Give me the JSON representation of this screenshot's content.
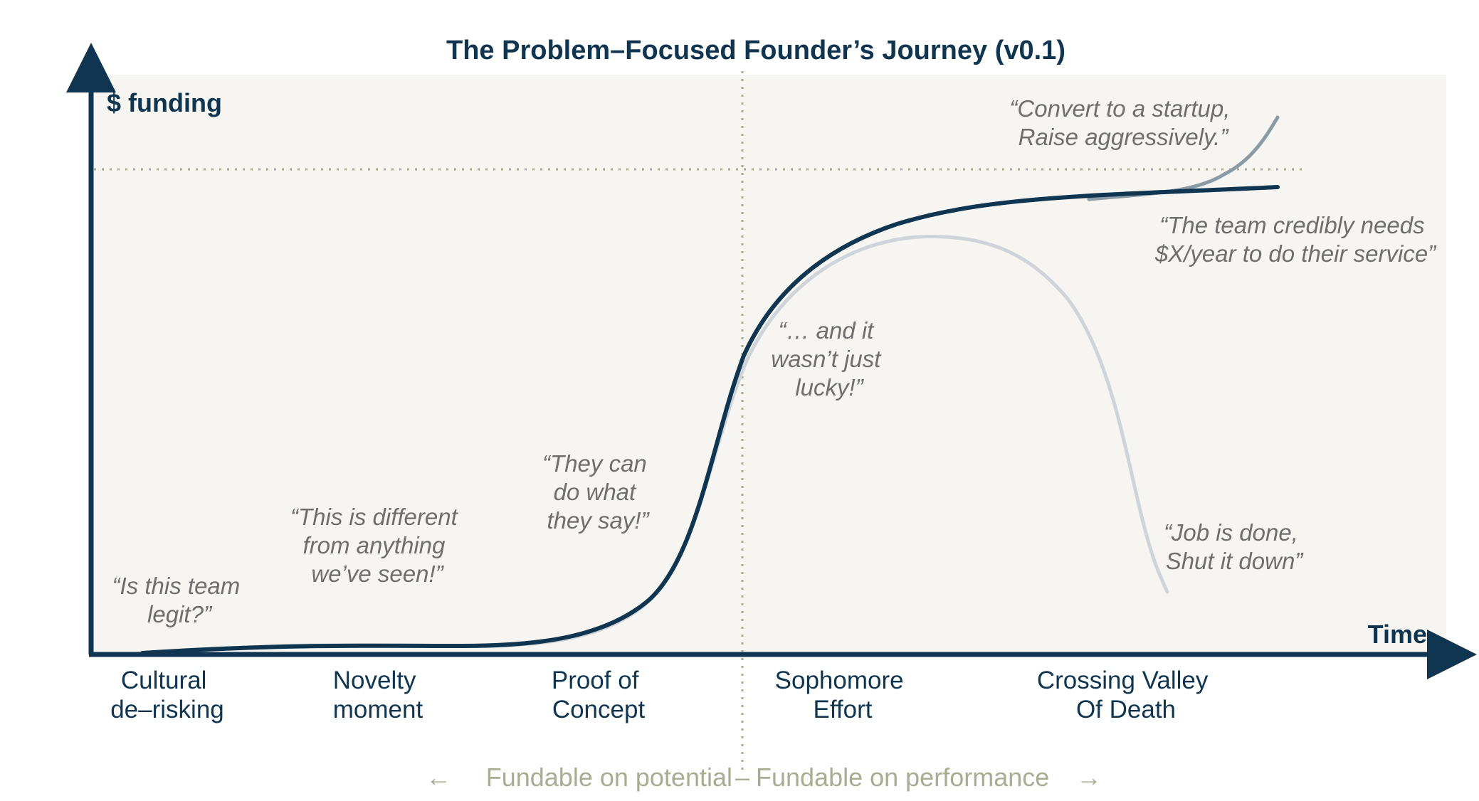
{
  "title": "The Problem–Focused Founder’s Journey (v0.1)",
  "y_axis_label": "$ funding",
  "x_axis_label": "Time",
  "quotes": {
    "legit": [
      "“Is this team",
      "legit?”"
    ],
    "different": [
      "“This is different",
      "from anything",
      "we’ve seen!”"
    ],
    "can_do": [
      "“They can",
      "do what",
      "they say!”"
    ],
    "not_lucky": [
      "“… and it",
      "wasn’t just",
      "lucky!”"
    ],
    "convert": [
      "“Convert to a startup,",
      "Raise aggressively.”"
    ],
    "needs": [
      "“The team credibly needs",
      "$X/year to do their service”"
    ],
    "done": [
      "“Job is done,",
      "Shut it down”"
    ]
  },
  "stages": [
    [
      "Cultural",
      "de–risking"
    ],
    [
      "Novelty",
      "moment"
    ],
    [
      "Proof of",
      "Concept"
    ],
    [
      "Sophomore",
      "Effort"
    ],
    [
      "Crossing Valley",
      "Of Death"
    ]
  ],
  "bottom": {
    "left_arrow": "←",
    "potential": "Fundable on potential",
    "divider": "–",
    "performance": "Fundable on performance",
    "right_arrow": "→"
  },
  "colors": {
    "navy": "#0f3550",
    "plot_bg": "#f6f5f2",
    "grey_curve": "#cfd4d8",
    "startup_curve": "#8b9ba6",
    "olive": "#a8ad92",
    "quote_text": "#6e6e6e"
  }
}
